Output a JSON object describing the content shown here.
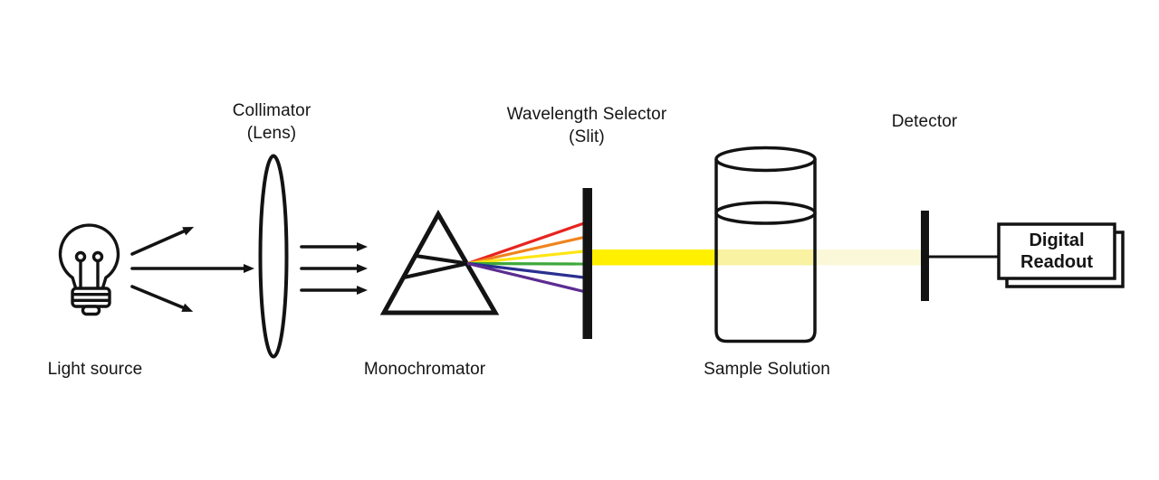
{
  "diagram": {
    "subject": "spectrophotometer-light-path",
    "components": [
      {
        "name": "light-source",
        "label": "Light source"
      },
      {
        "name": "collimator",
        "label_line1": "Collimator",
        "label_line2": "(Lens)"
      },
      {
        "name": "monochromator",
        "label": "Monochromator"
      },
      {
        "name": "wavelength-selector",
        "label_line1": "Wavelength Selector",
        "label_line2": "(Slit)"
      },
      {
        "name": "sample-solution",
        "label": "Sample Solution"
      },
      {
        "name": "detector",
        "label": "Detector"
      },
      {
        "name": "digital-readout",
        "label_line1": "Digital",
        "label_line2": "Readout"
      }
    ]
  },
  "icons": {
    "light_bulb": "light-bulb-icon",
    "lens": "lens-ellipse-icon",
    "prism": "prism-triangle-icon",
    "slit": "slit-bar-icon",
    "beaker": "sample-beaker-icon",
    "detector_plate": "detector-plate-icon",
    "readout_box": "digital-readout-box-icon"
  },
  "colors": {
    "ink": "#131313",
    "lens_fill": "#d8d8d8",
    "spectrum": {
      "red": "#e8231f",
      "orange": "#f0831c",
      "yellow": "#ffe612",
      "green": "#3ea83b",
      "blue": "#2b2f90",
      "violet": "#5c2c91"
    },
    "beam_bright": "#fff000",
    "beam_in_sample": "#f8f2a2",
    "beam_attenuated": "#fbf8d9"
  }
}
